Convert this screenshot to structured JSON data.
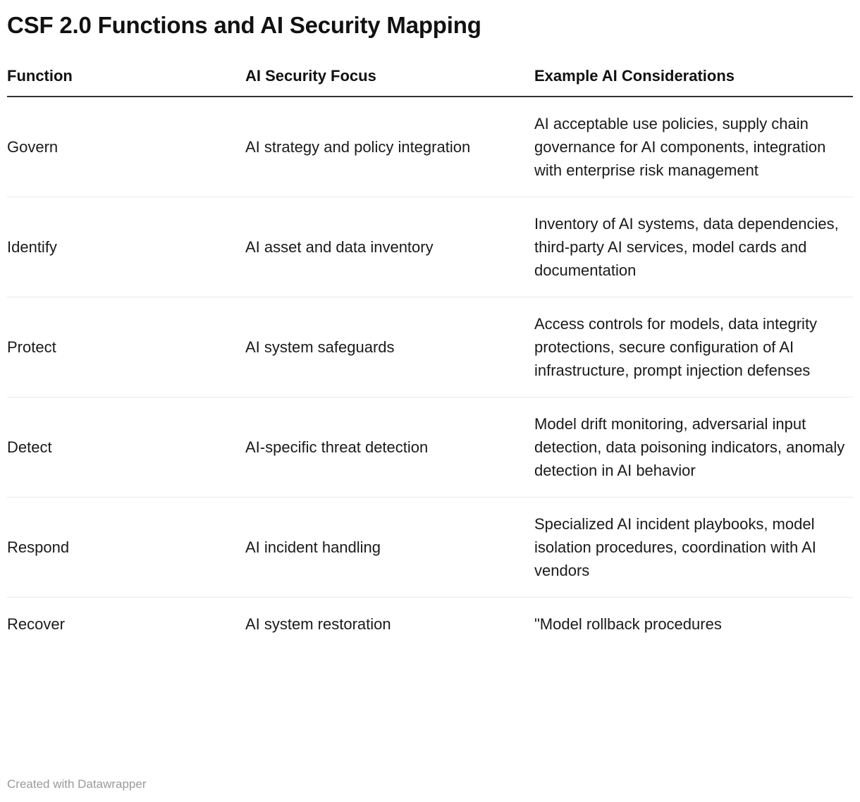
{
  "title": "CSF 2.0 Functions and AI Security Mapping",
  "footer": {
    "credit": "Created with Datawrapper"
  },
  "colors": {
    "title": "#111111",
    "body_text": "#1a1a1a",
    "header_rule": "#333333",
    "row_divider": "#e9e9e9",
    "footer_text": "#9a9a9a",
    "background": "#ffffff"
  },
  "table": {
    "columns": [
      {
        "key": "function",
        "label": "Function"
      },
      {
        "key": "focus",
        "label": "AI Security Focus"
      },
      {
        "key": "considerations",
        "label": "Example AI Considerations"
      }
    ],
    "rows": [
      {
        "function": "Govern",
        "focus": "AI strategy and policy integration",
        "considerations": "AI acceptable use policies, supply chain governance for AI components, integration with enterprise risk management"
      },
      {
        "function": "Identify",
        "focus": "AI asset and data inventory",
        "considerations": "Inventory of AI systems, data dependencies, third-party AI services, model cards and documentation"
      },
      {
        "function": "Protect",
        "focus": "AI system safeguards",
        "considerations": "Access controls for models, data integrity protections, secure configuration of AI infrastructure, prompt injection defenses"
      },
      {
        "function": "Detect",
        "focus": "AI-specific threat detection",
        "considerations": "Model drift monitoring, adversarial input detection, data poisoning indicators, anomaly detection in AI behavior"
      },
      {
        "function": "Respond",
        "focus": "AI incident handling",
        "considerations": "Specialized AI incident playbooks, model isolation procedures, coordination with AI vendors"
      },
      {
        "function": "Recover",
        "focus": "AI system restoration",
        "considerations": "\"Model rollback procedures"
      }
    ]
  }
}
